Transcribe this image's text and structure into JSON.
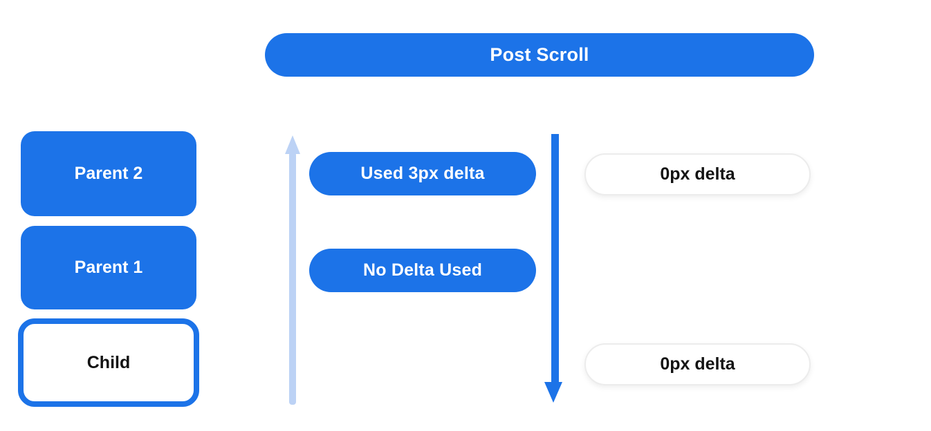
{
  "banner": {
    "label": "Post Scroll"
  },
  "stack": {
    "items": [
      {
        "label": "Parent 2",
        "type": "parent"
      },
      {
        "label": "Parent 1",
        "type": "parent"
      },
      {
        "label": "Child",
        "type": "child"
      }
    ]
  },
  "middle": {
    "pills": [
      {
        "label": "Used 3px delta"
      },
      {
        "label": "No Delta Used"
      }
    ]
  },
  "right": {
    "pills": [
      {
        "label": "0px delta"
      },
      {
        "label": "0px delta"
      }
    ]
  },
  "icons": {
    "up_arrow": "light-blue-upward-scroll-arrow",
    "down_arrow": "blue-downward-scroll-arrow"
  },
  "colors": {
    "blue": "#1C73E8",
    "light_blue": "#BCD2F5",
    "pill_border": "#ECECEC",
    "text": "#131313",
    "background": "#FFFFFF"
  }
}
